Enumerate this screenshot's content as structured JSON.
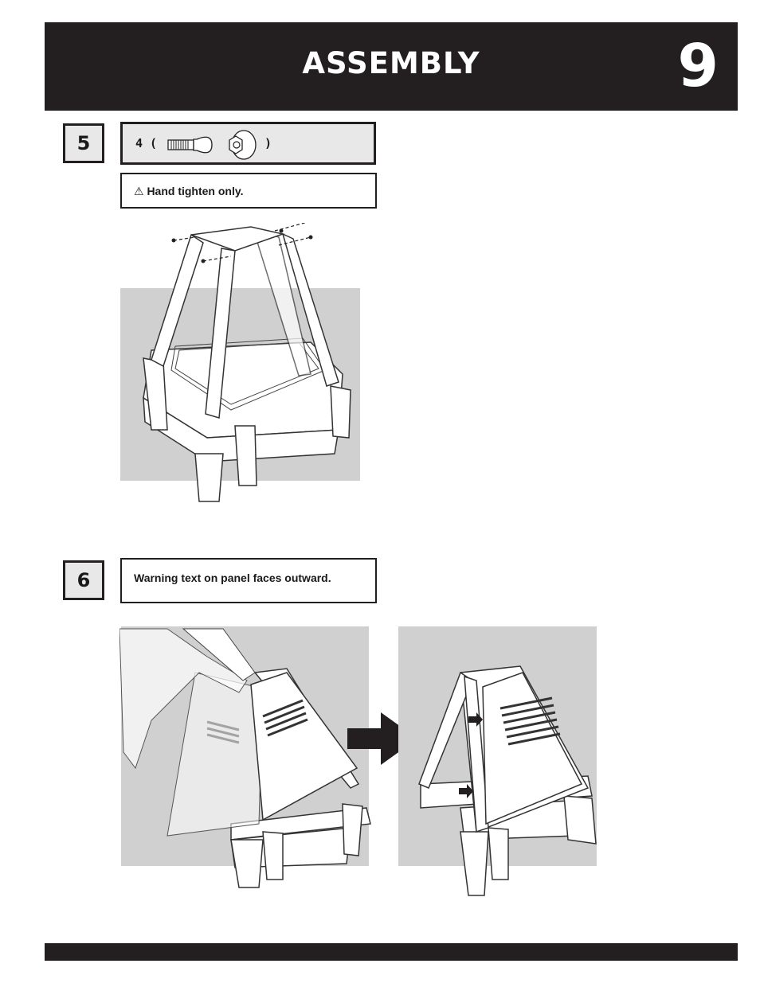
{
  "header": {
    "title": "ASSEMBLY",
    "page_number": "9"
  },
  "steps": [
    {
      "number": "5",
      "parts": {
        "count_text": "4 (",
        "close_text": ")",
        "items": [
          "bolt-icon",
          "nut-icon"
        ]
      },
      "note": {
        "icon": "warning-triangle-icon",
        "text": "⚠ Hand tighten only."
      }
    },
    {
      "number": "6",
      "note": {
        "text": "Warning text on panel faces outward."
      }
    }
  ],
  "colors": {
    "header_bg": "#231f20",
    "panel_gray": "#d0d0d0",
    "box_gray": "#e8e8e8"
  }
}
